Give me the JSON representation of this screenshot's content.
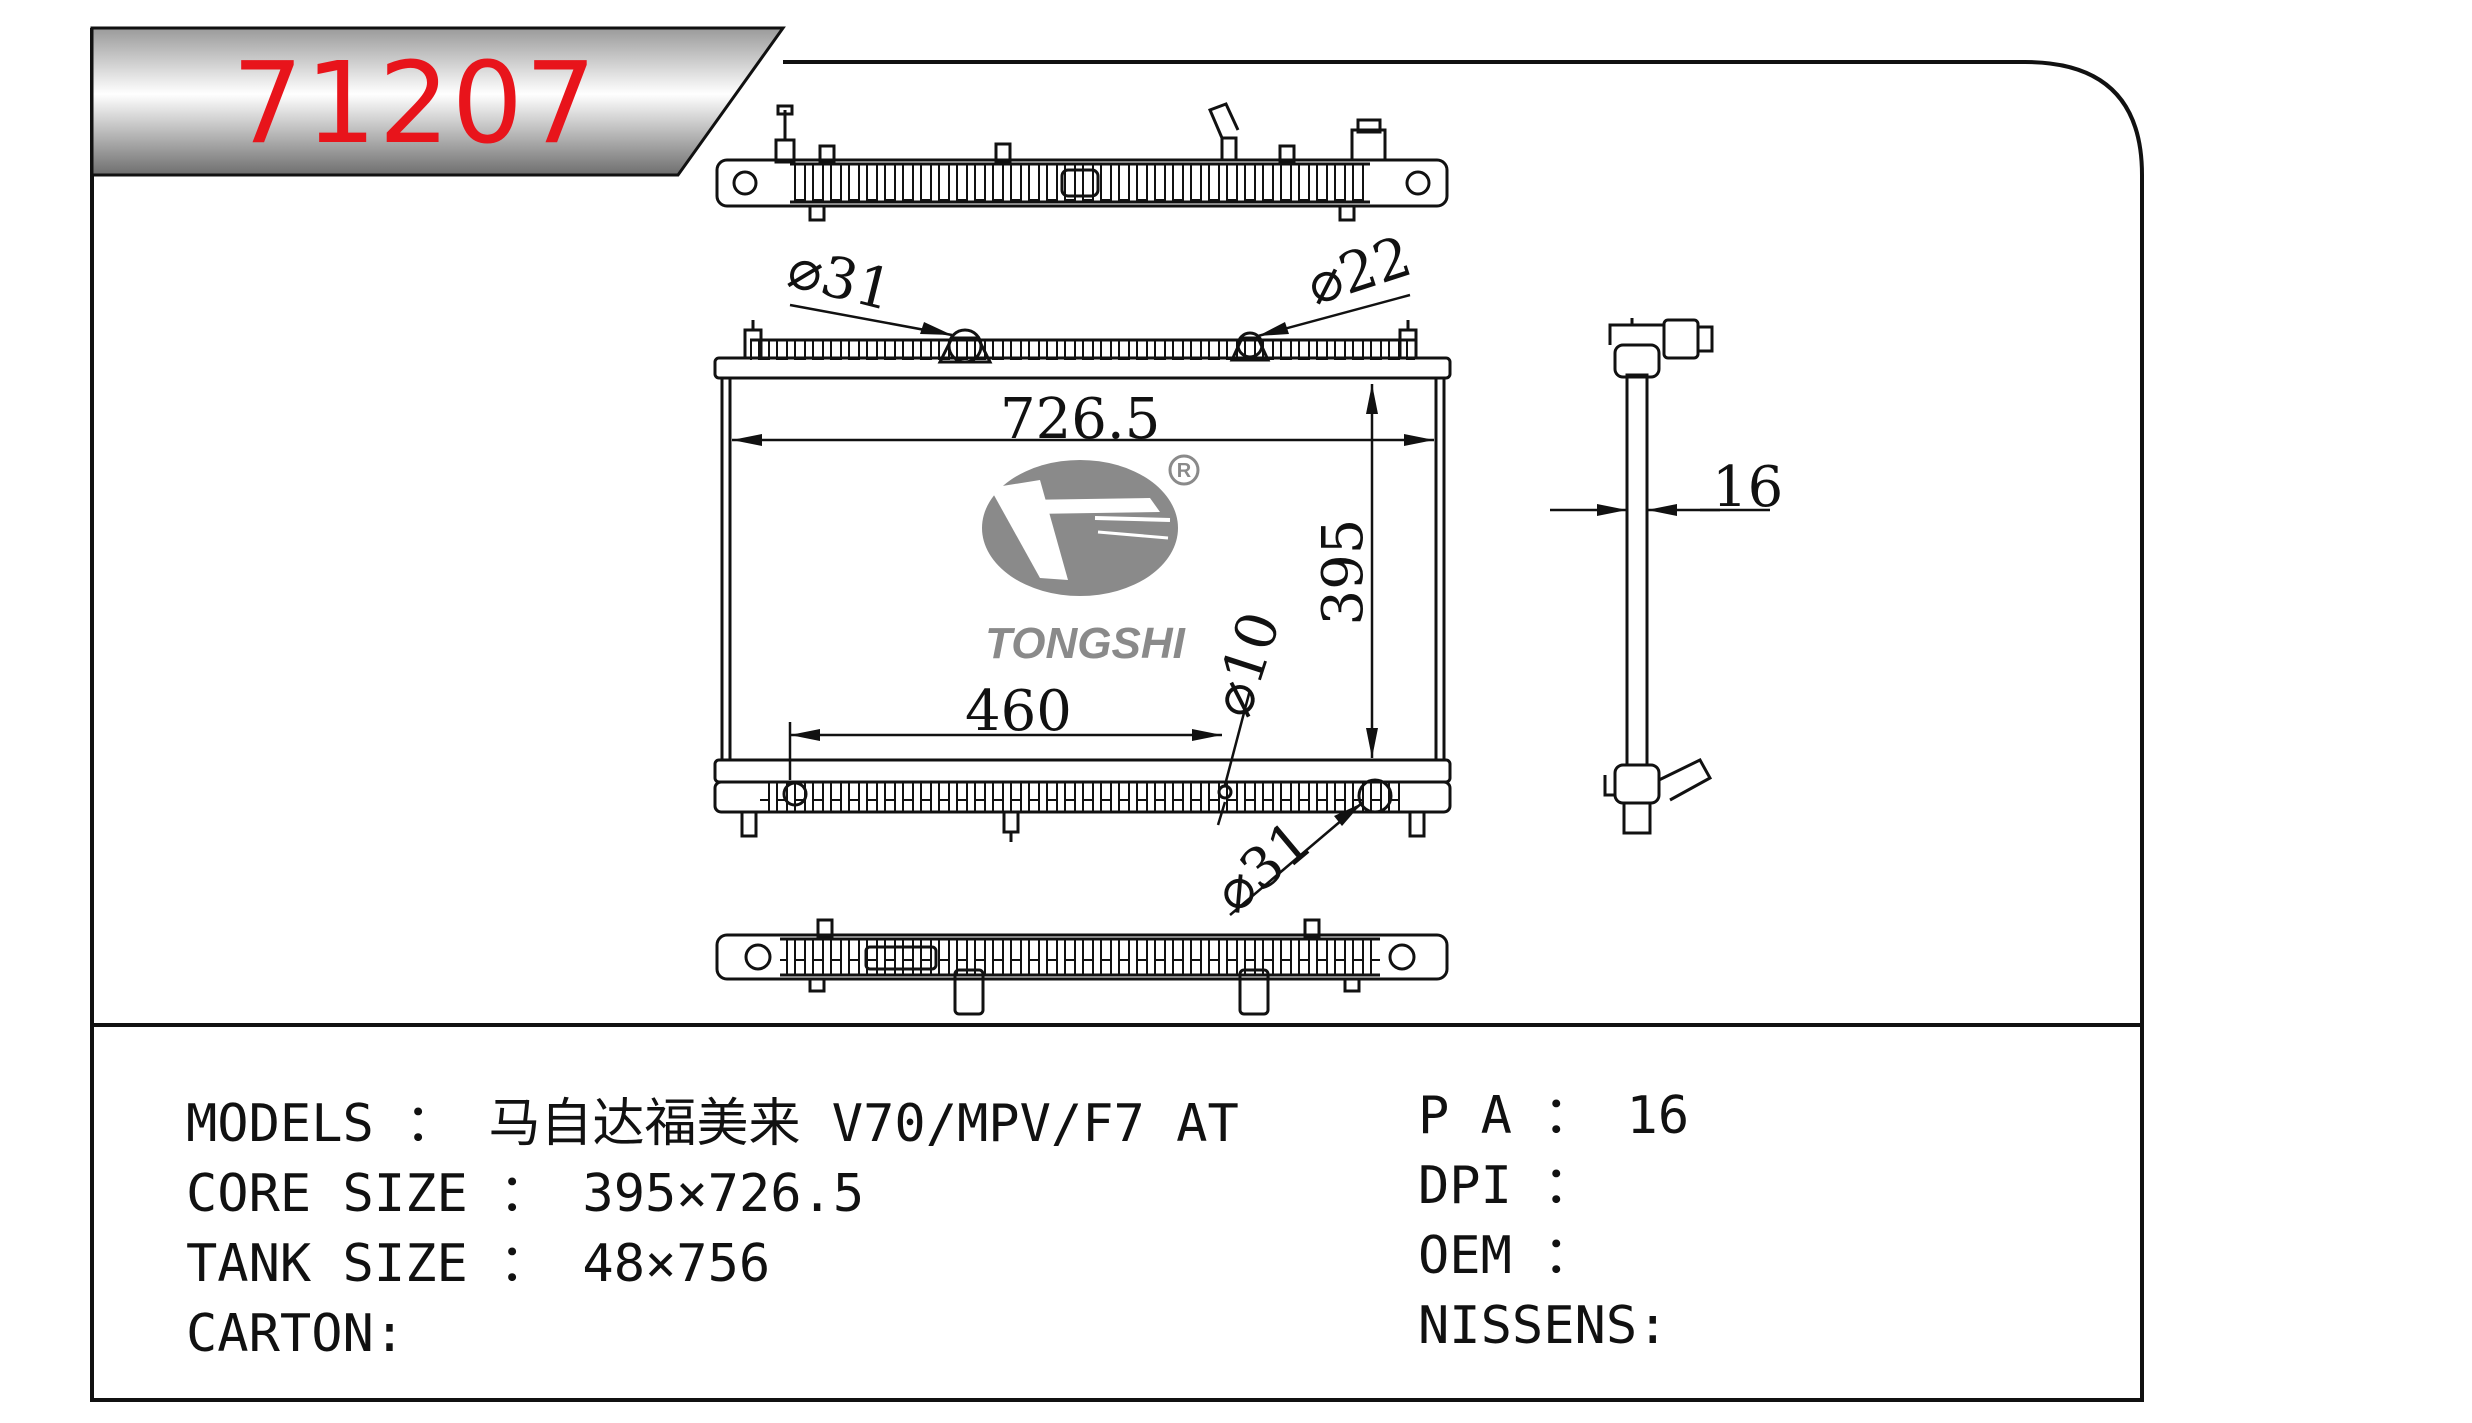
{
  "part_number": "71207",
  "dimensions": {
    "width": "726.5",
    "height": "395",
    "offset": "460",
    "thickness": "16",
    "pipe_top_left": "⌀31",
    "pipe_top_right": "⌀22",
    "pipe_bottom_small": "⌀10",
    "pipe_bottom_right": "⌀31"
  },
  "logo": {
    "brand": "TONGSHI",
    "registered": "R"
  },
  "specs": {
    "models_label": "MODELS",
    "models_value": "马自达福美来 V70/MPV/F7 AT",
    "core_label": "CORE SIZE",
    "core_value": "395×726.5",
    "tank_label": "TANK SIZE",
    "tank_value": "48×756",
    "carton_label": "CARTON:",
    "pa_label": "P A",
    "pa_value": "16",
    "dpi_label": "DPI",
    "oem_label": "OEM",
    "nissens_label": "NISSENS:"
  },
  "colors": {
    "part_number": "#e8141b",
    "logo": "#8a8a8a",
    "line": "#111111"
  }
}
